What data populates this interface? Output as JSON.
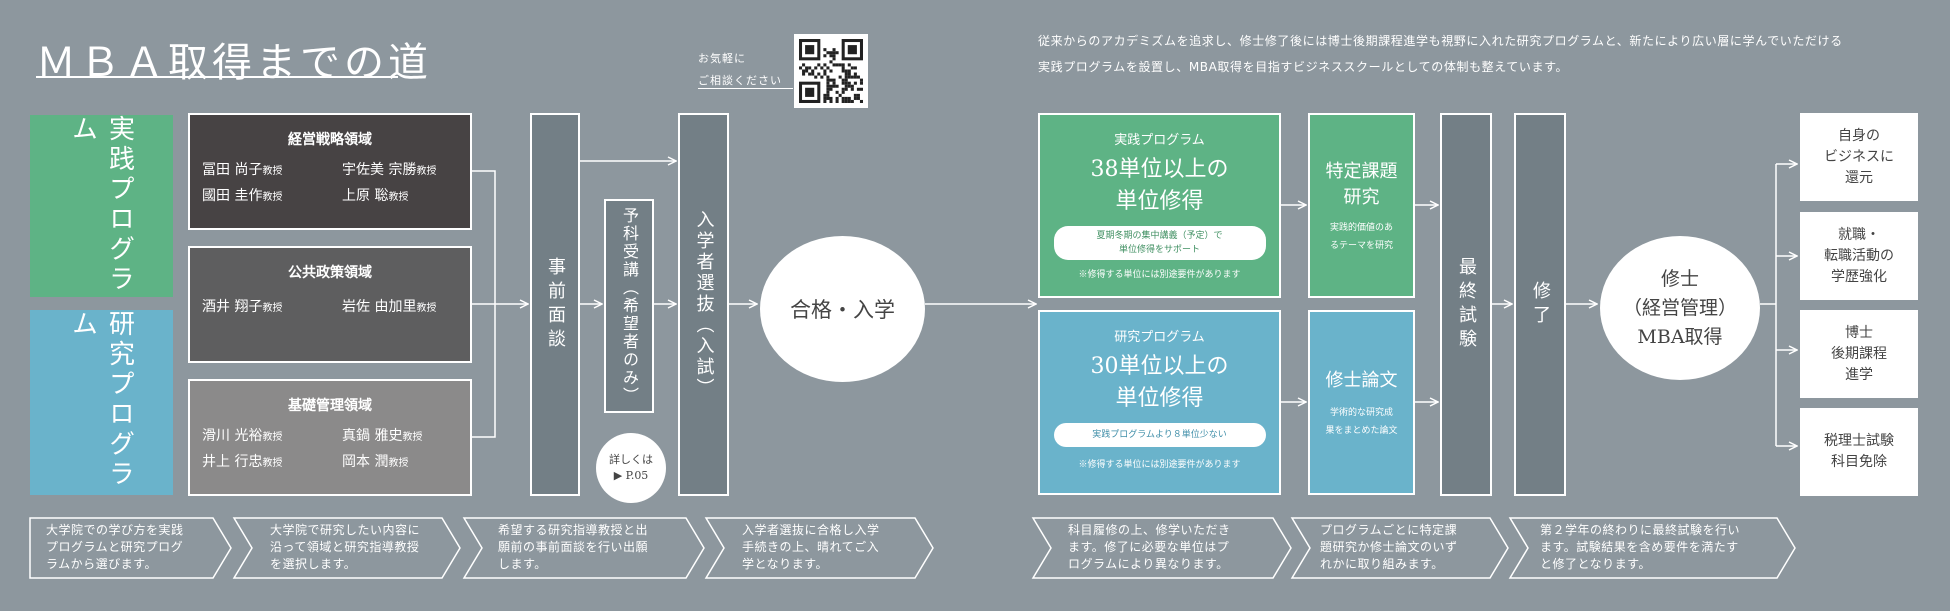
{
  "title": "ＭＢＡ取得までの道",
  "qr_caption": [
    "お気軽に",
    "ご相談ください"
  ],
  "intro": [
    "従来からのアカデミズムを追求し、修士修了後には博士後期課程進学も視野に入れた研究プログラムと、新たにより広い層に学んでいただける",
    "実践プログラムを設置し、MBA取得を目指すビジネススクールとしての体制も整えています。"
  ],
  "programs": {
    "practice": "実践プログラム",
    "research": "研究プログラム"
  },
  "fields": [
    {
      "title": "経営戦略領域",
      "names": [
        {
          "n": "冨田 尚子",
          "t": "教授"
        },
        {
          "n": "宇佐美 宗勝",
          "t": "教授"
        },
        {
          "n": "國田 圭作",
          "t": "教授"
        },
        {
          "n": "上原 聡",
          "t": "教授"
        }
      ]
    },
    {
      "title": "公共政策領域",
      "names": [
        {
          "n": "酒井 翔子",
          "t": "教授"
        },
        {
          "n": "岩佐 由加里",
          "t": "教授"
        }
      ]
    },
    {
      "title": "基礎管理領域",
      "names": [
        {
          "n": "滑川 光裕",
          "t": "教授"
        },
        {
          "n": "真鍋 雅史",
          "t": "教授"
        },
        {
          "n": "井上 行忠",
          "t": "教授"
        },
        {
          "n": "岡本 潤",
          "t": "教授"
        }
      ]
    }
  ],
  "steps": {
    "interview": "事前面談",
    "prep": "予科受講（希望者のみ）",
    "details": [
      "詳しくは",
      "▶ P.05"
    ],
    "exam": "入学者選抜（入試）",
    "admission": "合格・入学",
    "final_exam": "最終試験",
    "completion": "修了",
    "degree": [
      "修士",
      "（経営管理）",
      "MBA取得"
    ]
  },
  "practice_card": {
    "label": "実践プログラム",
    "big": [
      "38単位以上の",
      "単位修得"
    ],
    "pill": [
      "夏期冬期の集中講義（予定）で",
      "単位修得をサポート"
    ],
    "note": "※修得する単位には別途要件があります"
  },
  "research_card": {
    "label": "研究プログラム",
    "big": [
      "30単位以上の",
      "単位修得"
    ],
    "pill": [
      "実践プログラムより８単位少ない"
    ],
    "note": "※修得する単位には別途要件があります"
  },
  "topic_research": {
    "big": [
      "特定課題",
      "研究"
    ],
    "small": [
      "実践的価値のあ",
      "るテーマを研究"
    ]
  },
  "thesis": {
    "big": [
      "修士論文"
    ],
    "small": [
      "学術的な研究成",
      "果をまとめた論文"
    ]
  },
  "outcomes": [
    [
      "自身の",
      "ビジネスに",
      "還元"
    ],
    [
      "就職・",
      "転職活動の",
      "学歴強化"
    ],
    [
      "博士",
      "後期課程",
      "進学"
    ],
    [
      "税理士試験",
      "科目免除"
    ]
  ],
  "bottom_steps": [
    [
      "大学院での学び方を実践",
      "プログラムと研究プログ",
      "ラムから選びます。"
    ],
    [
      "大学院で研究したい内容に",
      "沿って領域と研究指導教授",
      "を選択します。"
    ],
    [
      "希望する研究指導教授と出",
      "願前の事前面談を行い出願",
      "します。"
    ],
    [
      "入学者選抜に合格し入学",
      "手続きの上、晴れてご入",
      "学となります。"
    ],
    [
      "科目履修の上、修学いただき",
      "ます。修了に必要な単位はプ",
      "ログラムにより異なります。"
    ],
    [
      "プログラムごとに特定課",
      "題研究か修士論文のいず",
      "れかに取り組みます。"
    ],
    [
      "第２学年の終わりに最終試験を行い",
      "ます。試験結果を含め要件を満たす",
      "と修了となります。"
    ]
  ],
  "colors": {
    "bg": "#8d979e",
    "green": "#5eb385",
    "blue": "#6ab3cb",
    "dark": "#474344",
    "mid": "#5e5e5f",
    "light": "#8b8a8a",
    "column": "#737f86"
  }
}
